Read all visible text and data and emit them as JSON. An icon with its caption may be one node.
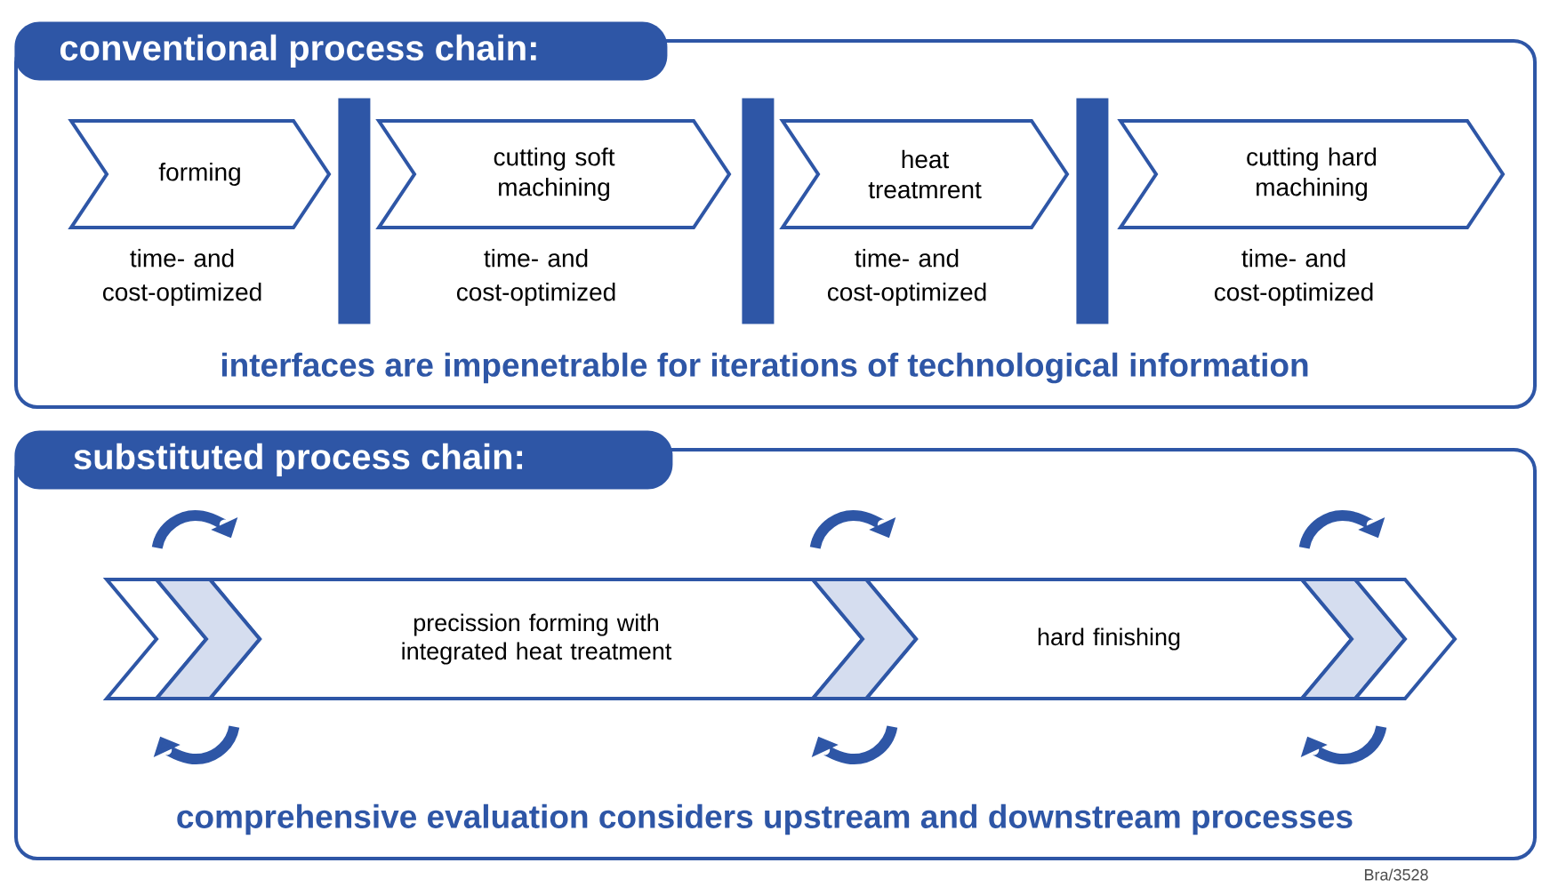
{
  "diagram": {
    "nodes": [
      {
        "text": [
          "conventional process chain:",
          "interfaces are impenetrable for iterations of technological information"
        ]
      },
      {
        "text": [
          "forming"
        ],
        "in": 0,
        "beside": [
          "time- and cost-optimized"
        ]
      },
      {
        "text": [],
        "shape": "bar",
        "in": 0
      },
      {
        "text": [
          "cutting soft machining"
        ],
        "in": 0,
        "beside": [
          "time- and cost-optimized"
        ]
      },
      {
        "text": [],
        "shape": "bar",
        "in": 0
      },
      {
        "text": [
          "heat treatmrent"
        ],
        "in": 0,
        "beside": [
          "time- and cost-optimized"
        ]
      },
      {
        "text": [],
        "shape": "bar",
        "in": 0
      },
      {
        "text": [
          "cutting hard machining"
        ],
        "in": 0,
        "beside": [
          "time- and cost-optimized"
        ]
      },
      {
        "text": [
          "substituted process chain:",
          "comprehensive evaluation considers upstream and downstream processes"
        ]
      },
      {
        "text": [
          "precission forming with integrated heat treatment"
        ],
        "in": 8
      },
      {
        "text": [
          "hard finishing"
        ],
        "in": 8
      }
    ],
    "labels": [
      "Bra/3528"
    ]
  }
}
